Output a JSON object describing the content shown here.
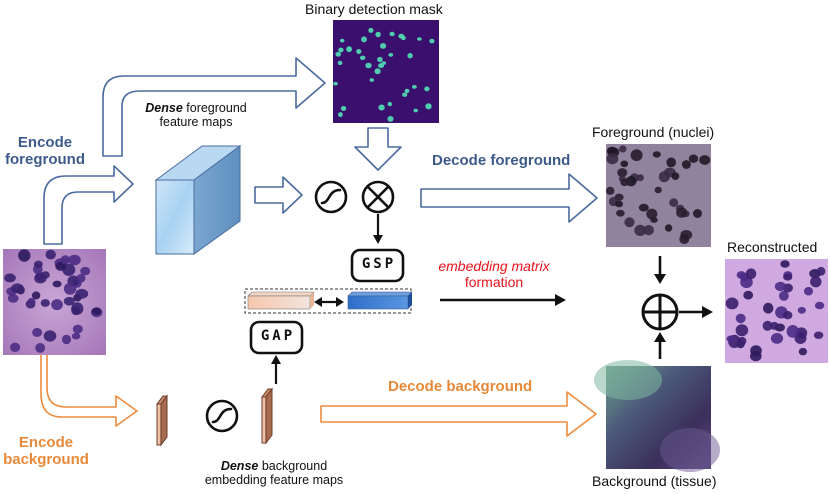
{
  "labels": {
    "mask_title": "Binary detection mask",
    "dense_fg_1": "Dense",
    "dense_fg_2": " foreground",
    "dense_fg_3": "feature maps",
    "encode_fg_1": "Encode",
    "encode_fg_2": "foreground",
    "decode_fg": "Decode foreground",
    "fg_nuclei": "Foreground (nuclei)",
    "reconstructed": "Reconstructed",
    "gsp": "GSP",
    "gap": "GAP",
    "embed_1": "embedding matrix",
    "embed_2": "formation",
    "decode_bg": "Decode background",
    "encode_bg_1": "Encode",
    "encode_bg_2": "background",
    "dense_bg_1": "Dense",
    "dense_bg_2": " background",
    "dense_bg_3": "embedding feature maps",
    "bg_tissue": "Background (tissue)"
  },
  "colors": {
    "foreground_arrow": "#4a6b9e",
    "background_arrow": "#ec8c3f",
    "embedding_text": "#e8141c",
    "mask_bg": "#3b0f6e",
    "mask_dot": "#4fd7b0"
  },
  "icons": [
    "sigmoid-icon",
    "multiply-icon",
    "add-icon"
  ]
}
